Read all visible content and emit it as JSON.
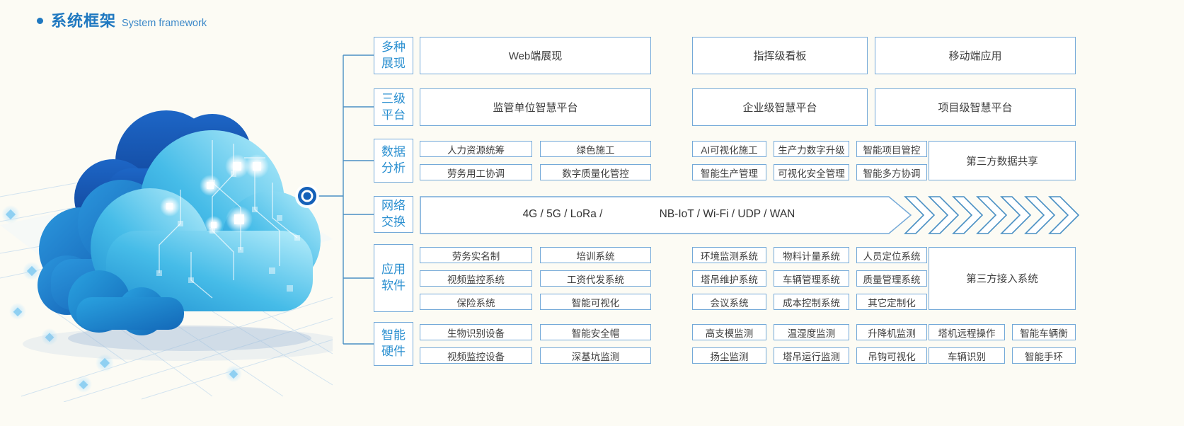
{
  "header": {
    "title_cn": "系统框架",
    "title_en": "System framework"
  },
  "colors": {
    "accent_blue": "#1f78c0",
    "category_text_blue": "#2a8fd0",
    "box_border_blue": "#74a9d8",
    "connector_blue": "#4a90c4",
    "item_text": "#3d3d3d",
    "background": "#fcfbf4"
  },
  "framework": {
    "rows": [
      {
        "id": "display",
        "label_line1": "多种",
        "label_line2": "展现",
        "boxes": [
          "Web端展现",
          "指挥级看板",
          "移动端应用"
        ]
      },
      {
        "id": "platform",
        "label_line1": "三级",
        "label_line2": "平台",
        "boxes": [
          "监管单位智慧平台",
          "企业级智慧平台",
          "项目级智慧平台"
        ]
      },
      {
        "id": "data_analysis",
        "label_line1": "数据",
        "label_line2": "分析",
        "left": [
          [
            "人力资源统筹",
            "绿色施工"
          ],
          [
            "劳务用工协调",
            "数字质量化管控"
          ]
        ],
        "right": [
          [
            "AI可视化施工",
            "生产力数字升级",
            "智能项目管控"
          ],
          [
            "智能生产管理",
            "可视化安全管理",
            "智能多方协调"
          ]
        ],
        "tall": "第三方数据共享"
      },
      {
        "id": "network",
        "label_line1": "网络",
        "label_line2": "交换",
        "text_left": "4G / 5G / LoRa /",
        "text_right": "NB-IoT / Wi-Fi / UDP / WAN",
        "chevron_count": 7
      },
      {
        "id": "software",
        "label_line1": "应用",
        "label_line2": "软件",
        "left": [
          [
            "劳务实名制",
            "培训系统"
          ],
          [
            "视频监控系统",
            "工资代发系统"
          ],
          [
            "保险系统",
            "智能可视化"
          ]
        ],
        "right": [
          [
            "环境监测系统",
            "物料计量系统",
            "人员定位系统"
          ],
          [
            "塔吊维护系统",
            "车辆管理系统",
            "质量管理系统"
          ],
          [
            "会议系统",
            "成本控制系统",
            "其它定制化"
          ]
        ],
        "tall": "第三方接入系统"
      },
      {
        "id": "hardware",
        "label_line1": "智能",
        "label_line2": "硬件",
        "left": [
          [
            "生物识别设备",
            "智能安全帽"
          ],
          [
            "视频监控设备",
            "深基坑监测"
          ]
        ],
        "right": [
          [
            "高支模监测",
            "温湿度监测",
            "升降机监测",
            "塔机远程操作",
            "智能车辆衡"
          ],
          [
            "扬尘监测",
            "塔吊运行监测",
            "吊钩可视化",
            "车辆识别",
            "智能手环"
          ]
        ]
      }
    ]
  }
}
